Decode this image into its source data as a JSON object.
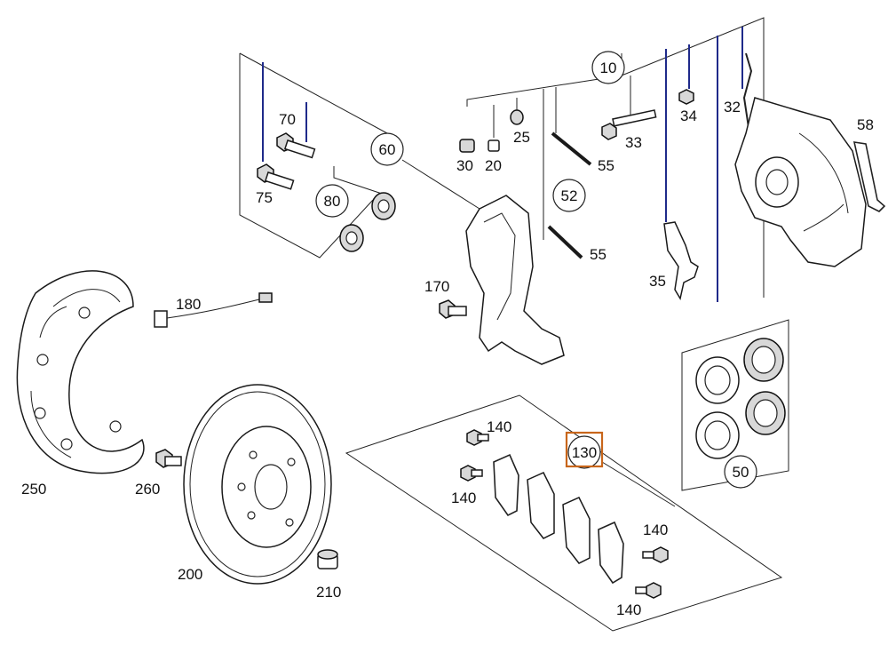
{
  "labels": {
    "l10": "10",
    "l20": "20",
    "l25": "25",
    "l30": "30",
    "l32": "32",
    "l33": "33",
    "l34": "34",
    "l35": "35",
    "l50": "50",
    "l52": "52",
    "l55a": "55",
    "l55b": "55",
    "l58": "58",
    "l60": "60",
    "l70": "70",
    "l75": "75",
    "l80": "80",
    "l130": "130",
    "l140a": "140",
    "l140b": "140",
    "l140c": "140",
    "l140d": "140",
    "l170": "170",
    "l180": "180",
    "l200": "200",
    "l210": "210",
    "l250": "250",
    "l260": "260"
  },
  "colors": {
    "highlight": "#c8661b",
    "leader_blue": "#1f2a8a",
    "line": "#222222"
  },
  "highlighted_part": "130"
}
